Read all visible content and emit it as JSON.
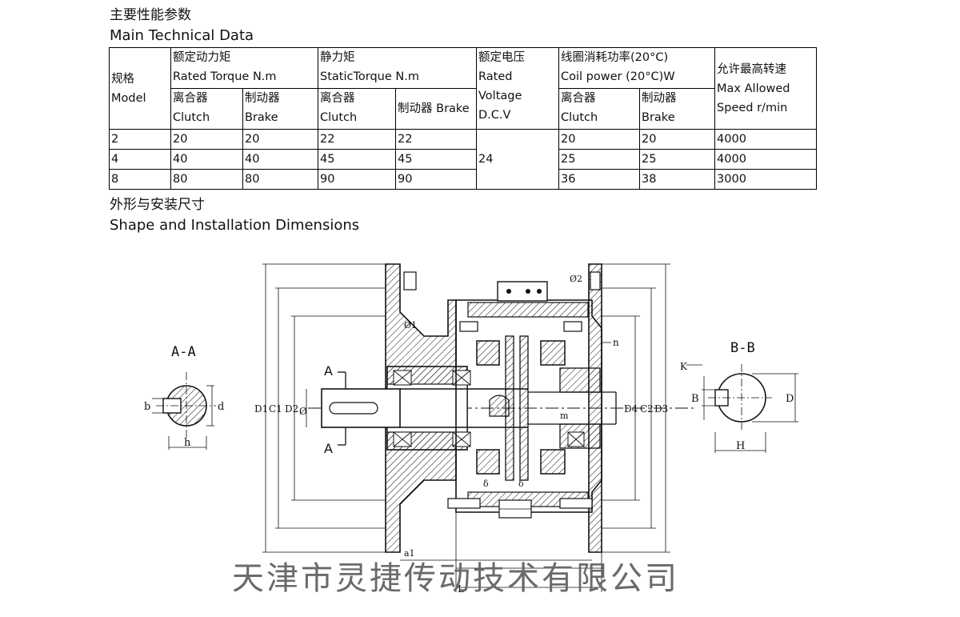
{
  "section1": {
    "title_cn": "主要性能参数",
    "title_en": "Main Technical Data"
  },
  "table": {
    "model_cn": "规格",
    "model_en": "Model",
    "rated_cn": "额定动力矩",
    "rated_en": "Rated Torque N.m",
    "static_cn": "静力矩",
    "static_en": "StaticTorque N.m",
    "voltage_cn": "额定电压",
    "voltage_en1": "Rated",
    "voltage_en2": "Voltage",
    "voltage_en3": "D.C.V",
    "coil_cn": "线圈消耗功率(20°C)",
    "coil_en": "Coil power (20°C)W",
    "speed_cn": "允许最高转速",
    "speed_en1": "Max Allowed",
    "speed_en2": "Speed r/min",
    "clutch_cn": "离合器",
    "clutch_en": "Clutch",
    "brake_cn": "制动器",
    "brake_en": "Brake",
    "brake_combined": "制动器 Brake",
    "voltage_value": "24",
    "rows": [
      {
        "model": "2",
        "rated_clutch": "20",
        "rated_brake": "20",
        "static_clutch": "22",
        "static_brake": "22",
        "coil_clutch": "20",
        "coil_brake": "20",
        "speed": "4000"
      },
      {
        "model": "4",
        "rated_clutch": "40",
        "rated_brake": "40",
        "static_clutch": "45",
        "static_brake": "45",
        "coil_clutch": "25",
        "coil_brake": "25",
        "speed": "4000"
      },
      {
        "model": "8",
        "rated_clutch": "80",
        "rated_brake": "80",
        "static_clutch": "90",
        "static_brake": "90",
        "coil_clutch": "36",
        "coil_brake": "38",
        "speed": "3000"
      }
    ]
  },
  "section2": {
    "title_cn": "外形与安装尺寸",
    "title_en": "Shape and Installation Dimensions"
  },
  "drawing": {
    "section_aa": "A-A",
    "section_bb": "B-B",
    "label_a_top": "A",
    "label_a_bottom": "A",
    "label_b": "b",
    "label_d": "d",
    "label_h": "h",
    "label_B": "B",
    "label_D": "D",
    "label_H": "H",
    "label_K": "K",
    "label_n": "n",
    "label_D1": "D1",
    "label_C1": "C1",
    "label_D2": "D2",
    "label_phi": "Ø",
    "label_D4": "D4",
    "label_C2": "C2",
    "label_D3": "D3",
    "label_phi1": "Ø1",
    "label_phi2": "Ø2",
    "label_m": "m",
    "label_delta1": "δ",
    "label_delta2": "δ",
    "label_a1": "a1",
    "label_L": "L"
  },
  "watermark": "天津市灵捷传动技术有限公司"
}
